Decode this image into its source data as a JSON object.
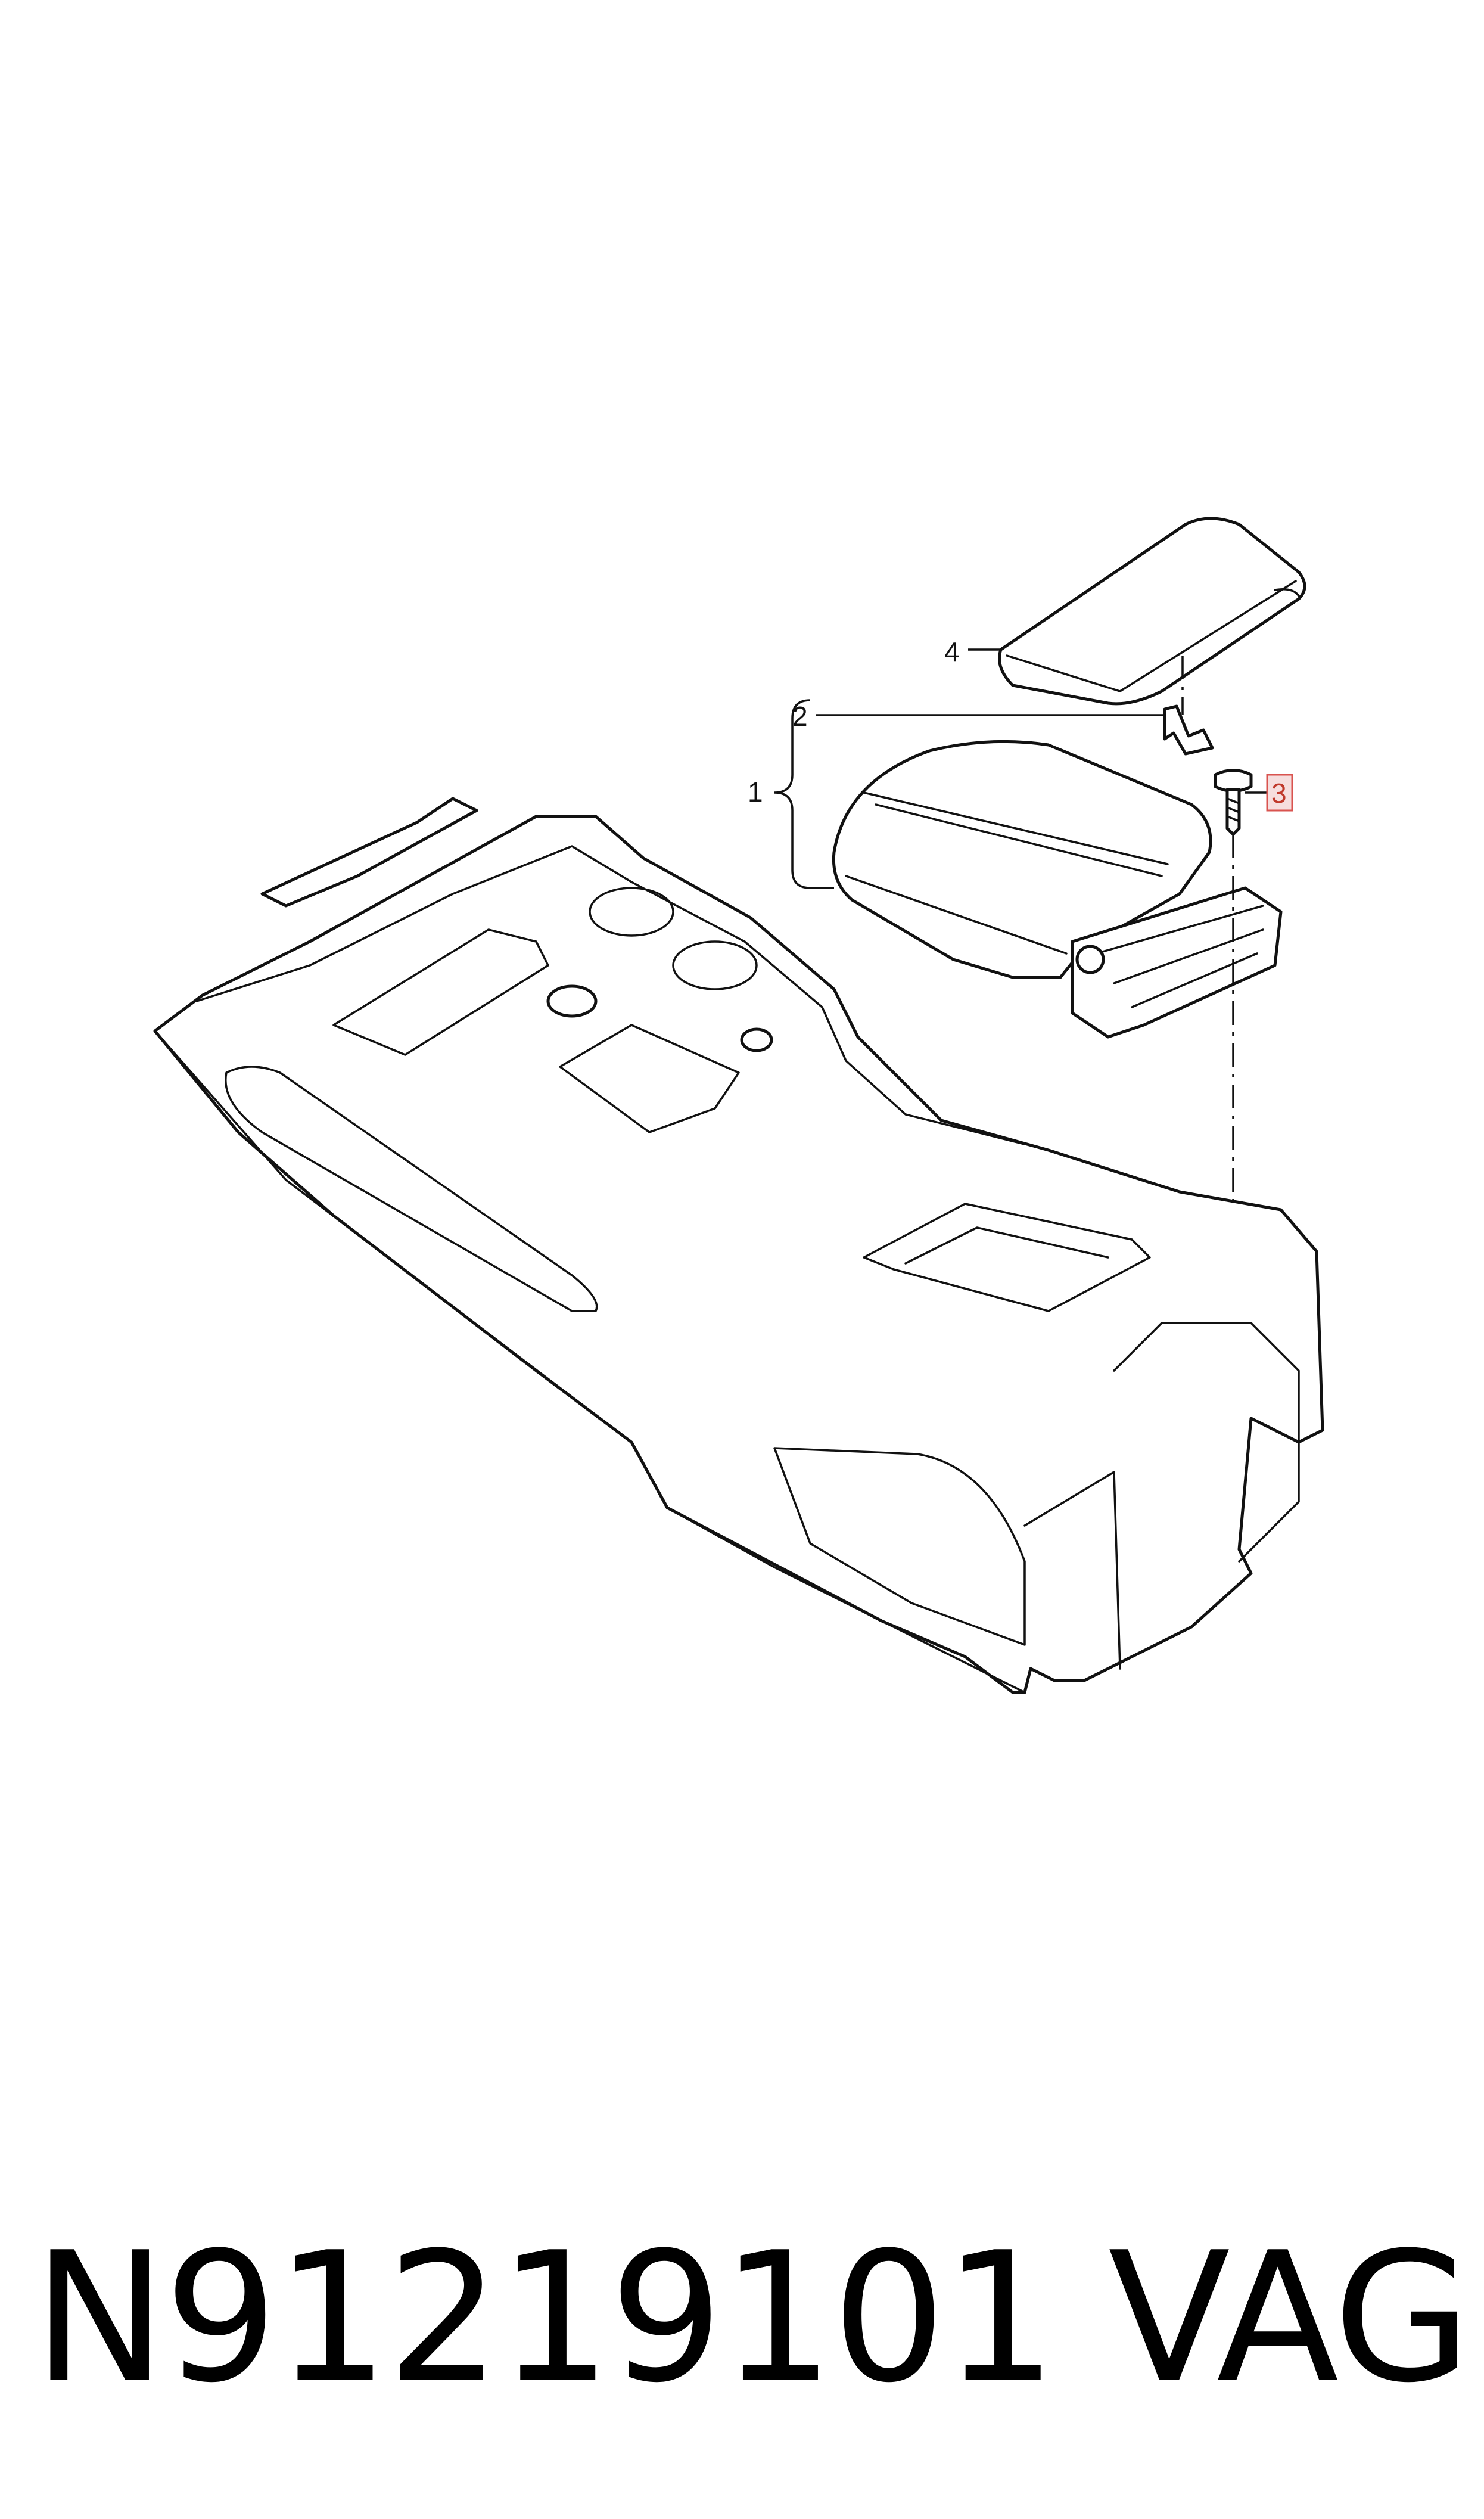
{
  "diagram": {
    "callouts": [
      {
        "id": "callout-1",
        "label": "1"
      },
      {
        "id": "callout-2",
        "label": "2"
      },
      {
        "id": "callout-3",
        "label": "3",
        "highlighted": true
      },
      {
        "id": "callout-4",
        "label": "4"
      }
    ],
    "highlight_color": "#d9534f"
  },
  "footer": {
    "part_number": "N91219101",
    "brand": "VAG"
  }
}
